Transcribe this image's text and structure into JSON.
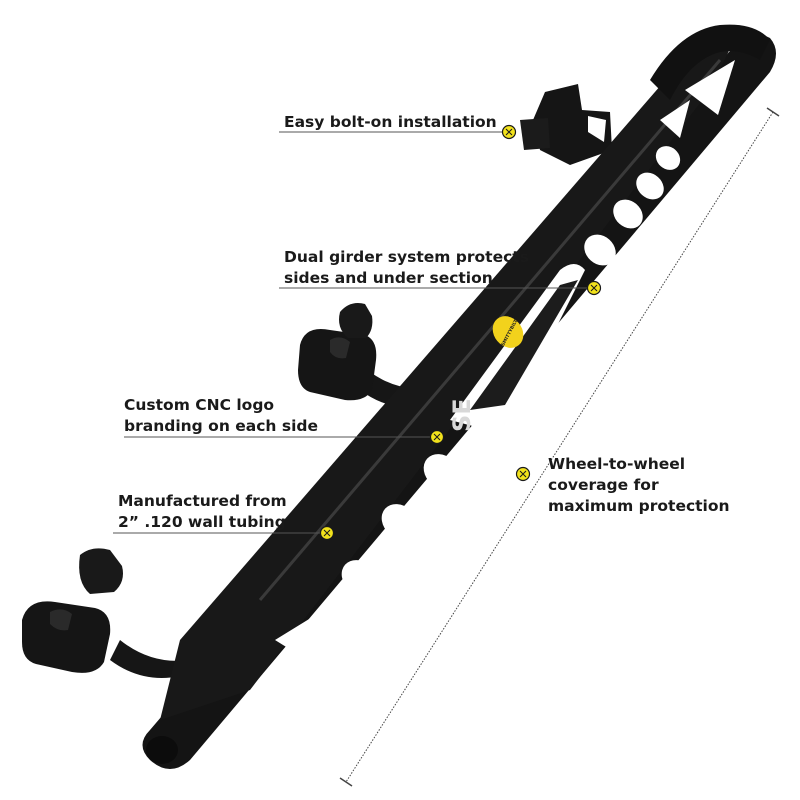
{
  "callouts": {
    "bolt_on": {
      "text": "Easy bolt-on installation"
    },
    "dual_girder": {
      "line1": "Dual girder system protects",
      "line2": "sides and under section"
    },
    "cnc_logo": {
      "line1": "Custom CNC logo",
      "line2": "branding on each side"
    },
    "tubing": {
      "line1": "Manufactured from",
      "line2": "2” .120 wall tubing"
    },
    "coverage": {
      "line1": "Wheel-to-wheel",
      "line2": "coverage for",
      "line3": "maximum protection"
    }
  },
  "product": {
    "logo_text": "SE",
    "badge_text": "SMITTYBILT"
  },
  "colors": {
    "rail": "#141414",
    "rail_highlight": "#2e2e2e",
    "marker": "#f2e21c",
    "line": "#555555"
  }
}
